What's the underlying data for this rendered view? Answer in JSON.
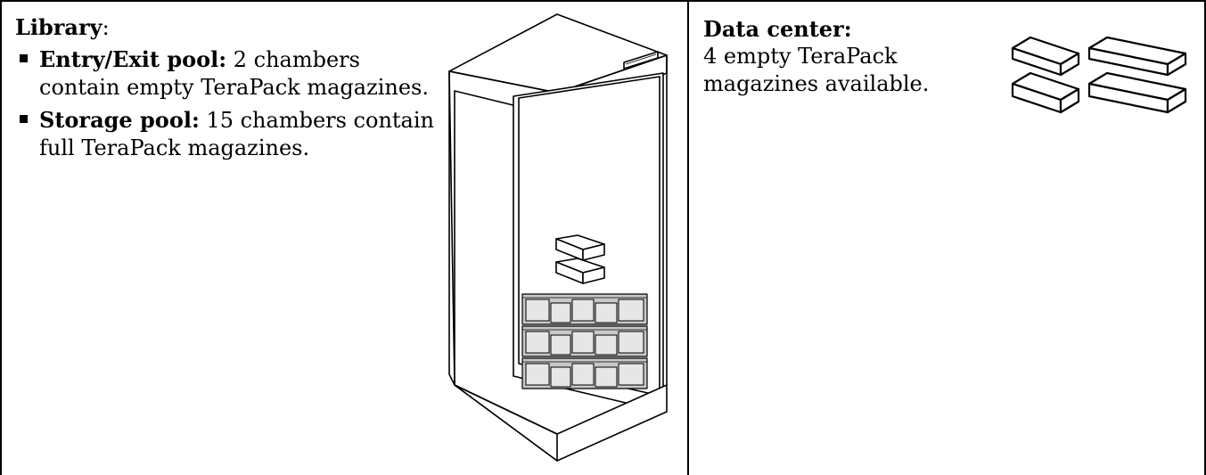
{
  "library": {
    "heading": "Library",
    "heading_suffix": ":",
    "items": [
      {
        "label": "Entry/Exit pool:",
        "text": " 2 chambers contain empty TeraPack magazines."
      },
      {
        "label": "Storage pool:",
        "text": " 15 chambers contain full TeraPack magazines."
      }
    ],
    "illustration_icon": "tape-library-cabinet-icon"
  },
  "data_center": {
    "heading": "Data center:",
    "text": "4 empty TeraPack magazines available.",
    "illustration_icon": "empty-magazines-icon"
  },
  "colors": {
    "line": "#000000",
    "magazine_fill": "#c8c8c8",
    "background": "#ffffff"
  }
}
